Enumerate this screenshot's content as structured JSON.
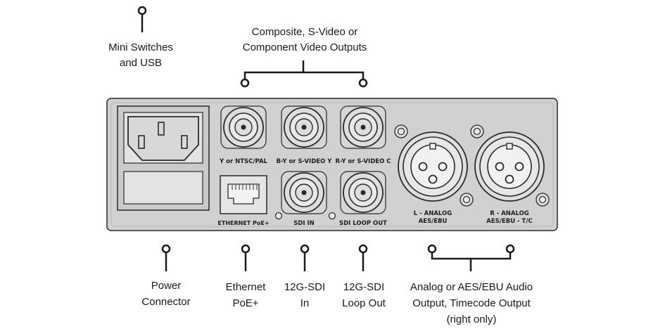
{
  "callouts": {
    "mini_switches": [
      "Mini Switches",
      "and USB"
    ],
    "video_outputs": [
      "Composite, S-Video or",
      "Component Video Outputs"
    ],
    "power": [
      "Power",
      "Connector"
    ],
    "ethernet": [
      "Ethernet",
      "PoE+"
    ],
    "sdi_in": [
      "12G-SDI",
      "In"
    ],
    "sdi_loop": [
      "12G-SDI",
      "Loop Out"
    ],
    "audio": [
      "Analog or AES/EBU Audio",
      "Output, Timecode Output",
      "(right only)"
    ]
  },
  "panel_labels": {
    "bnc_y": "Y or NTSC/PAL",
    "bnc_by": "B-Y or S-VIDEO Y",
    "bnc_ry": "R-Y or S-VIDEO C",
    "ethernet": "ETHERNET PoE+",
    "sdi_in": "SDI IN",
    "sdi_loop": "SDI LOOP OUT",
    "xlr_left": [
      "L - ANALOG",
      "AES/EBU"
    ],
    "xlr_right": [
      "R - ANALOG",
      "AES/EBU - T/C"
    ]
  },
  "colors": {
    "panel": "#cfd1d3",
    "panel_edge": "#2a2a2a",
    "connector_shell": "#dcdedf",
    "callout_line": "#1a1a1a"
  }
}
